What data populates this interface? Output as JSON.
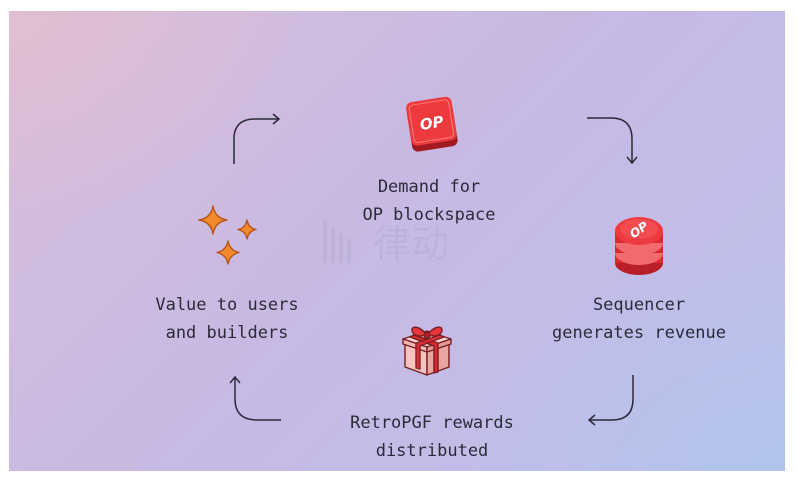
{
  "nodes": {
    "demand": {
      "line1": "Demand for",
      "line2": "OP blockspace",
      "icon": "op-token-icon",
      "icon_text": "OP",
      "icon_color": "#e8363a"
    },
    "sequencer": {
      "line1": "Sequencer",
      "line2": "generates revenue",
      "icon": "coin-stack-icon",
      "icon_text": "OP",
      "icon_color": "#e8363a"
    },
    "retro": {
      "line1": "RetroPGF rewards",
      "line2": "distributed",
      "icon": "gift-icon"
    },
    "value": {
      "line1": "Value to users",
      "line2": "and builders",
      "icon": "sparkles-icon",
      "icon_color": "#f08a2a"
    }
  },
  "watermark": {
    "text": "律动"
  },
  "colors": {
    "text": "#2c2a38",
    "accent_red": "#e8363a",
    "accent_orange": "#f08a2a"
  }
}
